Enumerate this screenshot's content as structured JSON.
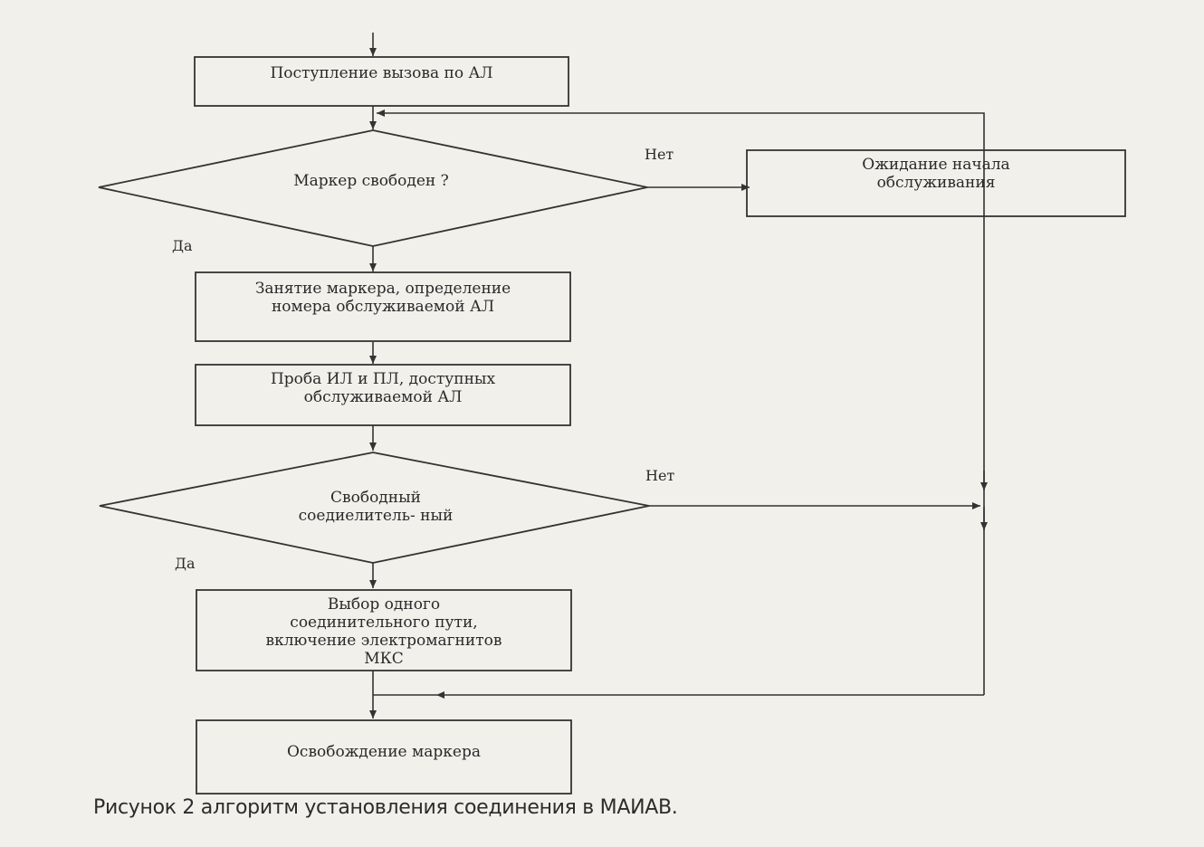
{
  "flowchart": {
    "steps": {
      "call_arrival": "Поступление вызова по АЛ",
      "marker_free_question": "Маркер свободен ?",
      "wait_service": "Ожидание начала\nобслуживания",
      "marker_seize": "Занятие маркера, определение\nномера обслуживаемой АЛ",
      "probe_lines": "Проба ИЛ и ПЛ, доступных\nобслуживаемой АЛ",
      "free_connector_question": "Свободный\nсоедиелитель- ный",
      "path_select": "Выбор одного\nсоединительного пути,\nвключение электромагнитов\nМКС",
      "marker_release": "Освобождение маркера"
    },
    "branch_labels": {
      "no_1": "Нет",
      "yes_1": "Да",
      "no_2": "Нет",
      "yes_2": "Да"
    }
  },
  "caption": "Рисунок 2  алгоритм установления соединения в МАИАВ.",
  "colors": {
    "line": "#333333",
    "background": "#f1f0ea",
    "text": "#2a2a2a"
  }
}
